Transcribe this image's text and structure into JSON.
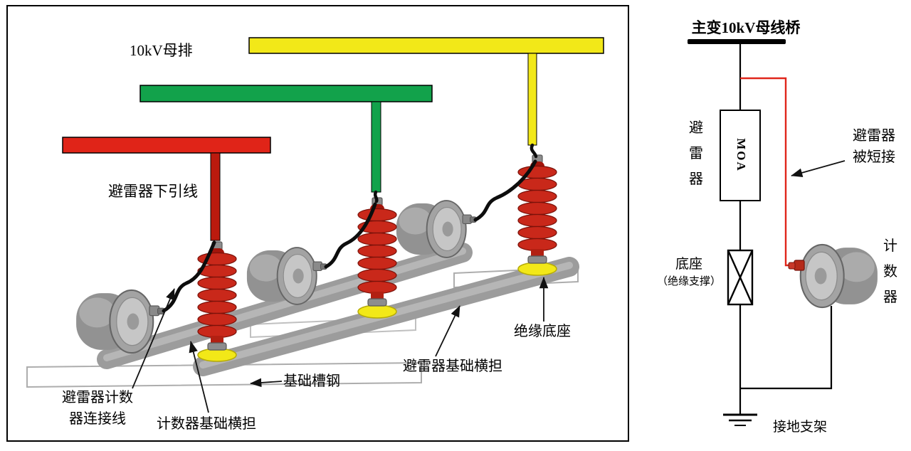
{
  "left_panel": {
    "labels": {
      "busbar": "10kV母排",
      "down_lead": "避雷器下引线",
      "counter_wire_line1": "避雷器计数",
      "counter_wire_line2": "器连接线",
      "counter_beam": "计数器基础横担",
      "channel_steel": "基础槽钢",
      "arrester_beam": "避雷器基础横担",
      "insulating_base": "绝缘底座"
    },
    "colors": {
      "busbar_yellow": "#f2e818",
      "busbar_green": "#12a24b",
      "busbar_red": "#e02418",
      "drop_red": "#bb1a0e",
      "arrester_red": "#c9281a",
      "pad_yellow": "#f2e818",
      "beam_gray": "#9c9c9c"
    }
  },
  "right_panel": {
    "labels": {
      "bus_bridge": "主变10kV母线桥",
      "arrester_vertical": "避雷器",
      "moa": "MOA",
      "shorted_line1": "避雷器",
      "shorted_line2": "被短接",
      "base_line1": "底座",
      "base_line2": "（绝缘支撑）",
      "counter_vertical": "计数器",
      "ground": "接地支架"
    },
    "colors": {
      "short_wire_red": "#e0261b"
    }
  }
}
